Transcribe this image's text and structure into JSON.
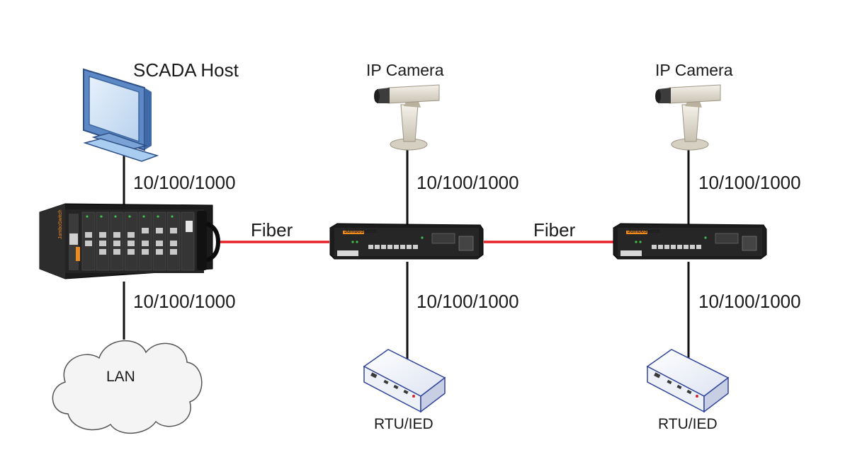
{
  "labels": {
    "scada_host": "SCADA Host",
    "ip_camera_1": "IP Camera",
    "ip_camera_2": "IP Camera",
    "speed_scada": "10/100/1000",
    "speed_lan": "10/100/1000",
    "speed_cam1": "10/100/1000",
    "speed_rtu1": "10/100/1000",
    "speed_cam2": "10/100/1000",
    "speed_rtu2": "10/100/1000",
    "fiber_1": "Fiber",
    "fiber_2": "Fiber",
    "lan": "LAN",
    "rtu_1": "RTU/IED",
    "rtu_2": "RTU/IED"
  },
  "device_branding": {
    "chassis": "JumboSwitch",
    "switch_1": "JumboSwitch",
    "switch_2": "JumboSwitch"
  },
  "colors": {
    "fiber_link": "#e8202a",
    "copper_link": "#111111",
    "chassis_body": "#1b1b1b",
    "monitor_blue": "#a9cdf0",
    "brand_orange": "#f08a1c"
  }
}
